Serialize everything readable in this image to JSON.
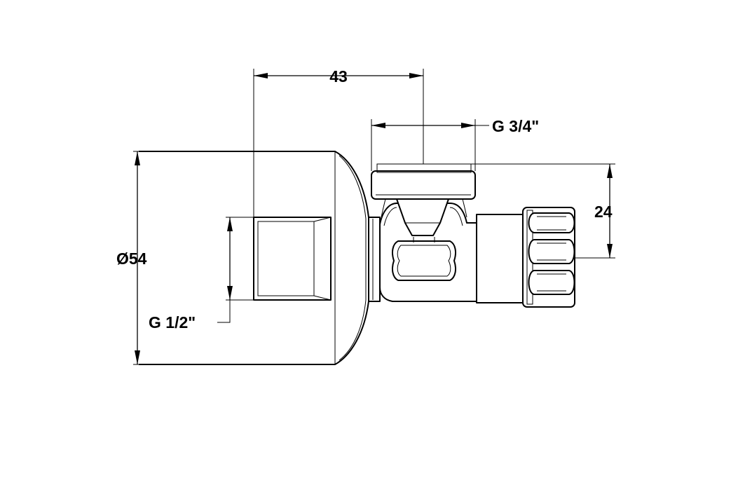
{
  "drawing": {
    "dimensions": {
      "width_top": "43",
      "outlet_thread": "G 3/4\"",
      "height_right": "24",
      "diameter_left": "Ø54",
      "inlet_thread": "G 1/2\""
    },
    "colors": {
      "line": "#000000",
      "background": "#ffffff"
    }
  }
}
